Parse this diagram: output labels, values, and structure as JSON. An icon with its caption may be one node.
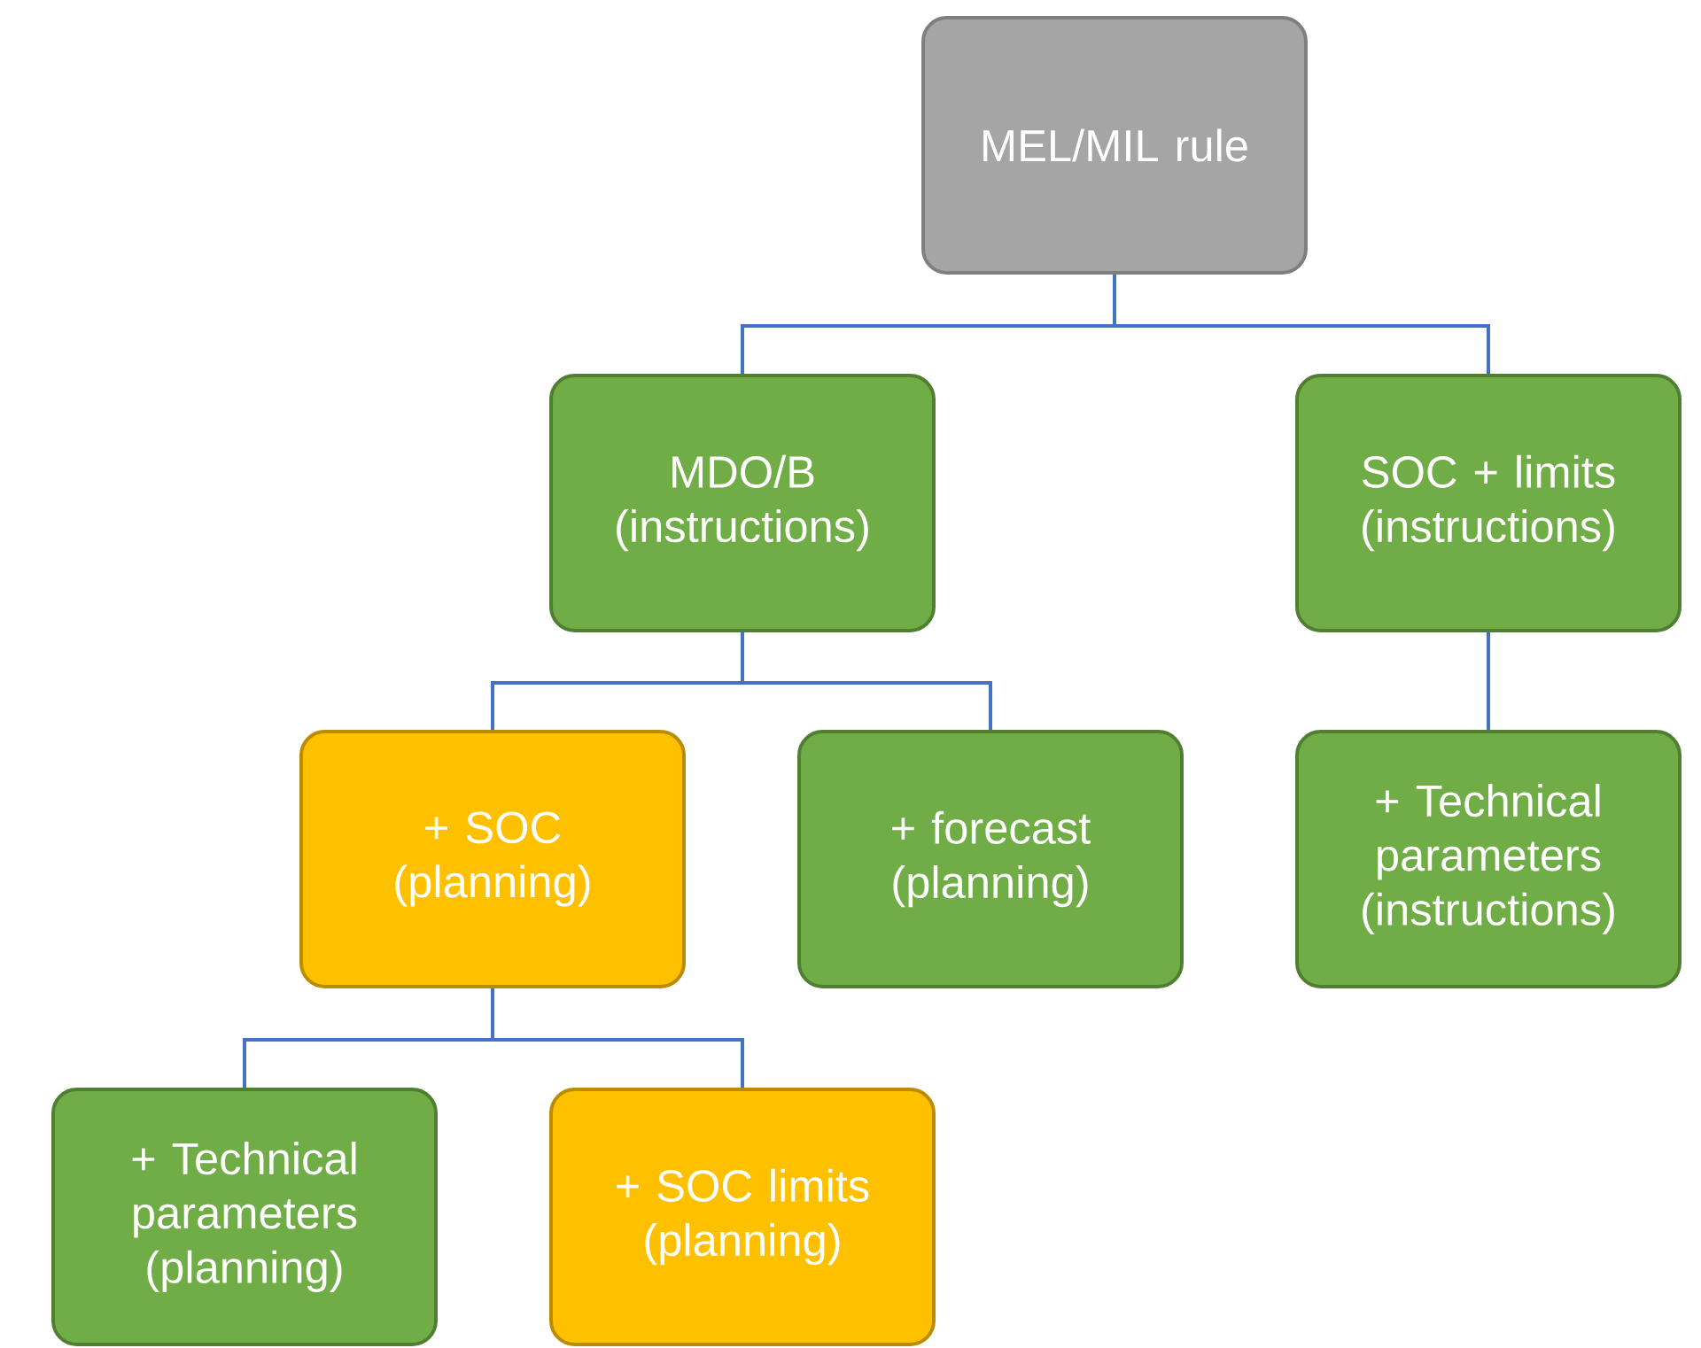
{
  "diagram": {
    "nodes": [
      {
        "text": [
          "MEL/MIL rule"
        ]
      },
      {
        "text": [
          "MDO/B",
          "(instructions)"
        ]
      },
      {
        "text": [
          "SOC + limits",
          "(instructions)"
        ]
      },
      {
        "text": [
          "+ SOC",
          "(planning)"
        ]
      },
      {
        "text": [
          "+ forecast",
          "(planning)"
        ]
      },
      {
        "text": [
          "+ Technical parameters",
          "(instructions)"
        ]
      },
      {
        "text": [
          "+ Technical parameters",
          "(planning)"
        ]
      },
      {
        "text": [
          "+ SOC limits",
          "(planning)"
        ]
      }
    ],
    "edges": [
      {
        "from": 0,
        "to": 1,
        "arrow": "none"
      },
      {
        "from": 0,
        "to": 2,
        "arrow": "none"
      },
      {
        "from": 1,
        "to": 3,
        "arrow": "none"
      },
      {
        "from": 1,
        "to": 4,
        "arrow": "none"
      },
      {
        "from": 2,
        "to": 5,
        "arrow": "none"
      },
      {
        "from": 3,
        "to": 6,
        "arrow": "none"
      },
      {
        "from": 3,
        "to": 7,
        "arrow": "none"
      }
    ]
  }
}
